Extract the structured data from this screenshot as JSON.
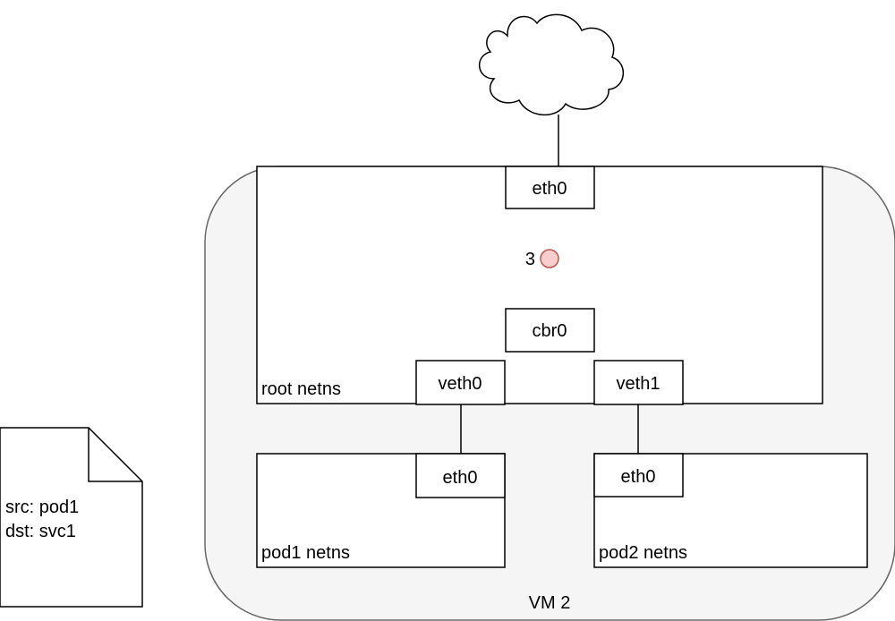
{
  "vm": {
    "label": "VM 2"
  },
  "root_ns": {
    "label": "root netns"
  },
  "interfaces": {
    "root_eth0": "eth0",
    "cbr0": "cbr0",
    "veth0": "veth0",
    "veth1": "veth1",
    "pod1_eth0": "eth0",
    "pod2_eth0": "eth0"
  },
  "pods": {
    "pod1": {
      "label": "pod1 netns"
    },
    "pod2": {
      "label": "pod2 netns"
    }
  },
  "step_marker": {
    "number": "3",
    "color": "#f8cecc",
    "stroke": "#b85450"
  },
  "packet": {
    "src": "src: pod1",
    "dst": "dst: svc1"
  },
  "cloud": {
    "icon": "cloud-icon"
  }
}
